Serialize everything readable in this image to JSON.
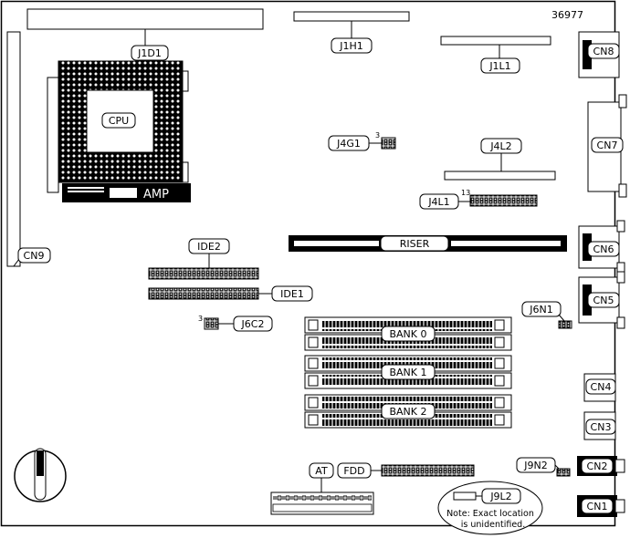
{
  "diagram_id": "36977",
  "labels": {
    "j1d1": "J1D1",
    "j1h1": "J1H1",
    "j1l1": "J1L1",
    "cn8": "CN8",
    "cpu": "CPU",
    "amp": "AMP",
    "j4g1": "J4G1",
    "j4g1_pin": "3",
    "j4l2": "J4L2",
    "cn7": "CN7",
    "j4l1": "J4L1",
    "j4l1_pin": "13",
    "cn9": "CN9",
    "riser": "RISER",
    "cn6": "CN6",
    "ide2": "IDE2",
    "ide1": "IDE1",
    "j6c2": "J6C2",
    "j6c2_pin": "3",
    "j6n1": "J6N1",
    "cn5": "CN5",
    "bank0": "BANK 0",
    "bank1": "BANK 1",
    "bank2": "BANK 2",
    "cn4": "CN4",
    "cn3": "CN3",
    "at": "AT",
    "fdd": "FDD",
    "j9n2": "J9N2",
    "cn2": "CN2",
    "j9l2": "J9L2",
    "cn1": "CN1"
  },
  "note": {
    "line1": "Note: Exact location",
    "line2": "is unidentified."
  }
}
